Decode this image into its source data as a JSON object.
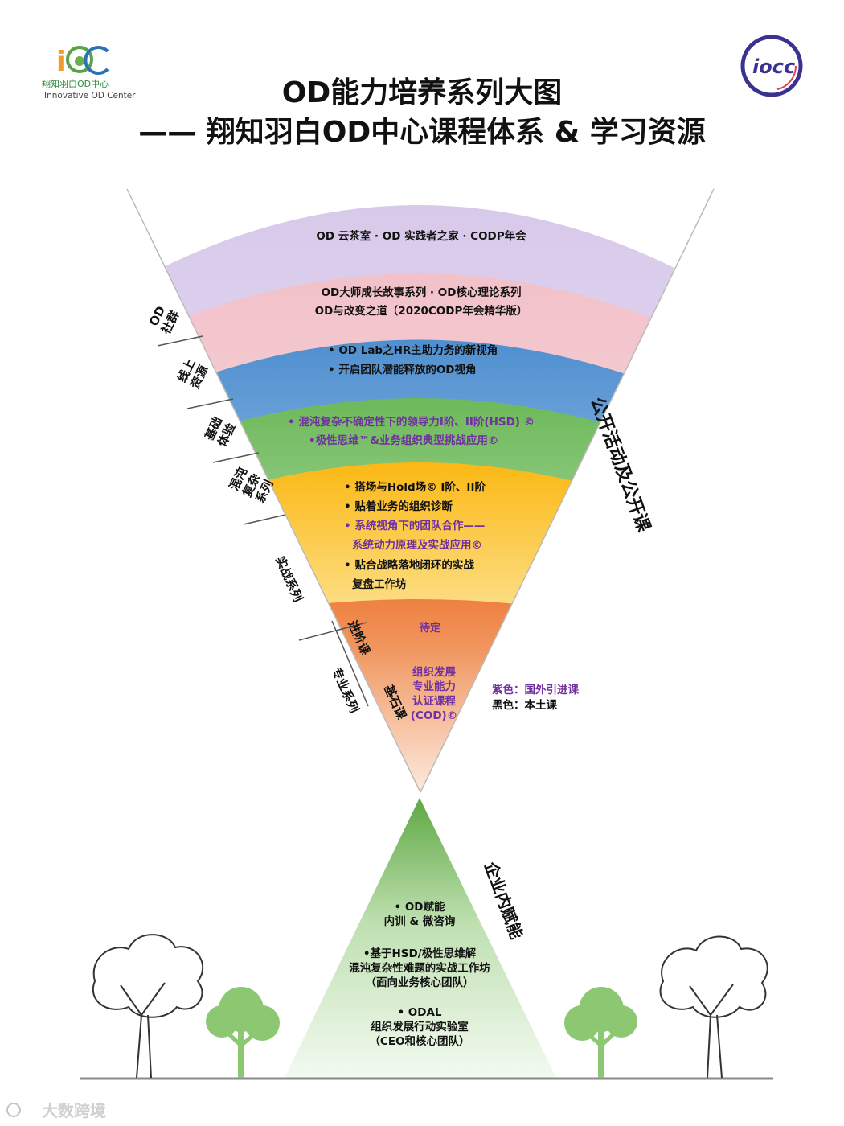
{
  "header": {
    "title_line1": "OD能力培养系列大图",
    "title_line2": "—— 翔知羽白OD中心课程体系 & 学习资源"
  },
  "logo_left": {
    "mark": "iOC",
    "cn": "翔知羽白OD中心",
    "en": "Innovative OD Center"
  },
  "logo_right": {
    "mark": "iocc"
  },
  "bands": [
    {
      "id": "community",
      "lines": [
        "OD 云茶室 · OD 实践者之家 · CODP年会"
      ],
      "color": "#d9c7e8"
    },
    {
      "id": "online",
      "lines": [
        "OD大师成长故事系列 · OD核心理论系列",
        "OD与改变之道（2020CODP年会精华版）"
      ],
      "color": "#f3c6cd"
    },
    {
      "id": "basic",
      "lines": [
        "• OD Lab之HR主助力务的新视角",
        "• 开启团队潜能释放的OD视角"
      ],
      "color": "#5b9bd5"
    },
    {
      "id": "chaos",
      "lines": [
        "• 混沌复杂不确定性下的领导力I阶、II阶(HSD) ©",
        "•极性思维™&业务组织典型挑战应用©"
      ],
      "color": "#6fba5c"
    },
    {
      "id": "practice",
      "lines": [
        "• 搭场与Hold场© I阶、II阶",
        "• 贴着业务的组织诊断",
        "• 系统视角下的团队合作——",
        "系统动力原理及实战应用©",
        "• 贴合战略落地闭环的实战",
        "复盘工作坊"
      ],
      "color": "#fbbf24"
    },
    {
      "id": "advanced",
      "lines": [
        "待定"
      ],
      "color": "#ef8a4a"
    },
    {
      "id": "foundation",
      "lines": [
        "组织发展",
        "专业能力",
        "认证课程",
        "(COD)©"
      ],
      "color": "#f4a273"
    }
  ],
  "side_labels": {
    "community": [
      "OD",
      "社群"
    ],
    "online": [
      "线上",
      "资源"
    ],
    "basic": [
      "基础",
      "体验"
    ],
    "chaos": [
      "混沌",
      "复杂",
      "系列"
    ],
    "practice": "实战系列",
    "advanced": "进阶课",
    "foundation": "基石课",
    "professional": "专业系列"
  },
  "right_label": "公开活动及公开课",
  "legend": {
    "purple": "紫色：国外引进课",
    "black": "黑色：本土课"
  },
  "pyramid": {
    "label": "企业内赋能",
    "items": [
      [
        "• OD赋能",
        "内训 & 微咨询"
      ],
      [
        "•基于HSD/极性思维解",
        "混沌复杂性难题的实战工作坊",
        "（面向业务核心团队）"
      ],
      [
        "• ODAL",
        "组织发展行动实验室",
        "（CEO和核心团队）"
      ]
    ]
  },
  "watermark": "大数跨境",
  "colors": {
    "purple_text": "#7030a0",
    "black_text": "#111111",
    "tree": "#8cc872",
    "pyramid_top": "#6ab04c"
  }
}
